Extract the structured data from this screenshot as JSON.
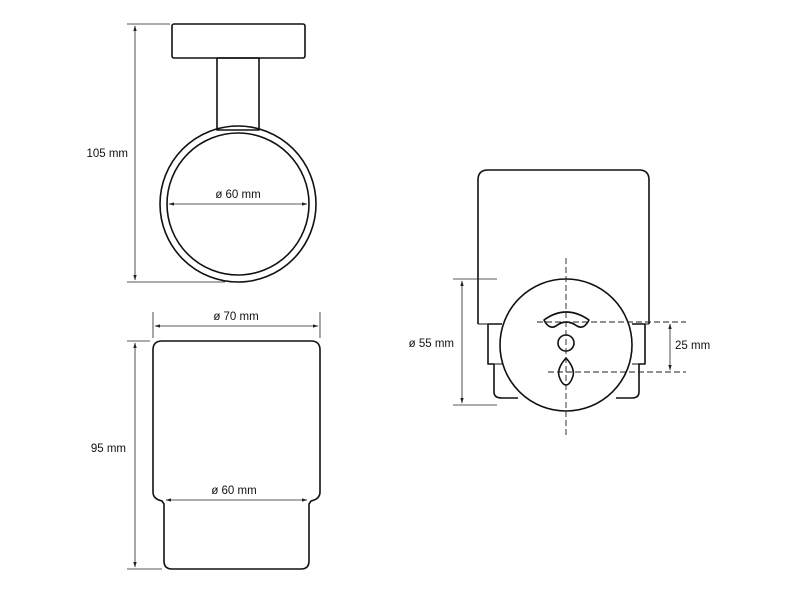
{
  "dimensions": {
    "holder_height": "105 mm",
    "ring_inner_diameter": "ø 60 mm",
    "cup_top_diameter": "ø 70 mm",
    "cup_base_diameter": "ø 60 mm",
    "cup_height": "95 mm",
    "flange_diameter": "ø 55 mm",
    "mount_hole_spacing": "25 mm"
  },
  "colors": {
    "line": "#111111",
    "background": "#ffffff"
  }
}
